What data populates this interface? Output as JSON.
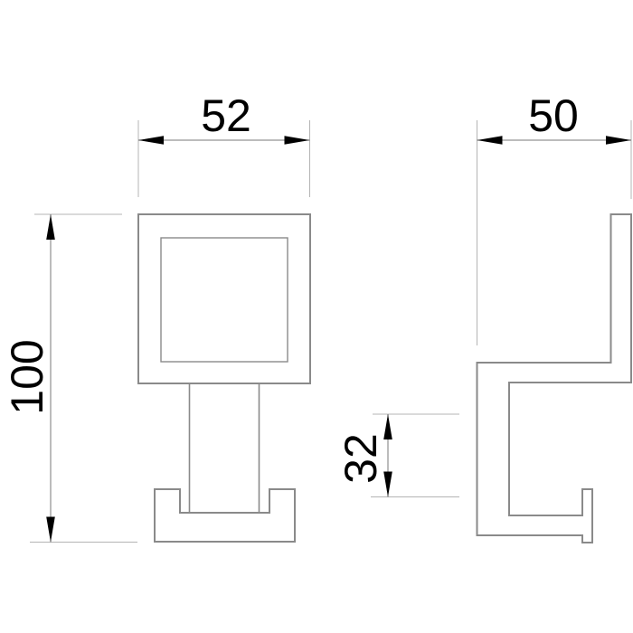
{
  "drawing": {
    "dimensions": {
      "front_width": {
        "value": "52"
      },
      "side_depth": {
        "value": "50"
      },
      "overall_height": {
        "value": "100"
      },
      "hook_offset": {
        "value": "32"
      }
    },
    "colors": {
      "outline": "#8a8a8a",
      "extension_line": "#b4b4b4",
      "dimension_line": "#787878",
      "arrow": "#000000",
      "text": "#000000",
      "background": "#ffffff"
    }
  }
}
